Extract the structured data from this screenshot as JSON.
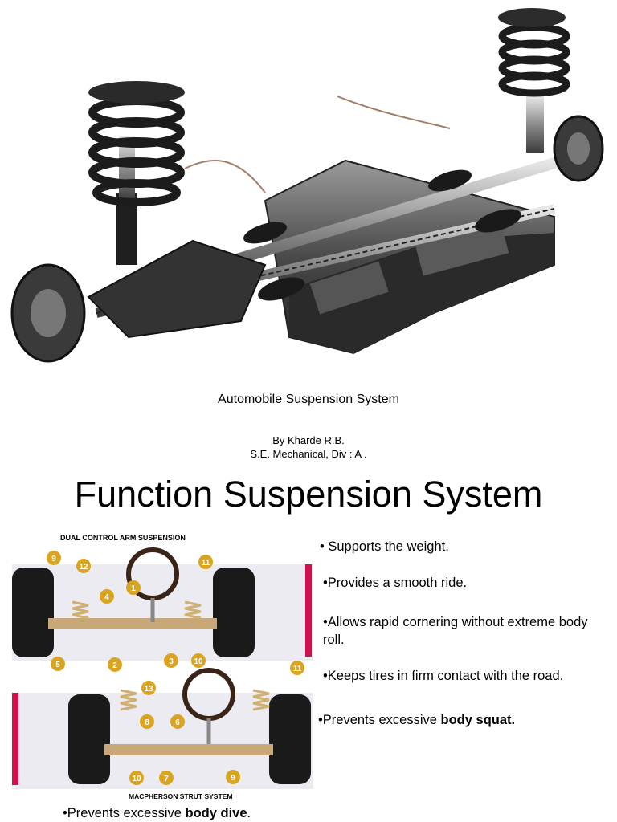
{
  "hero": {
    "alt": "front-wheel-drive suspension assembly"
  },
  "subtitle": "Automobile Suspension System",
  "author": {
    "line1": "By Kharde R.B.",
    "line2": "S.E. Mechanical, Div : A ."
  },
  "title": "Function Suspension System",
  "diagram": {
    "top_label": "DUAL CONTROL ARM SUSPENSION",
    "bottom_label": "MACPHERSON STRUT SYSTEM",
    "callouts_top": [
      "9",
      "12",
      "4",
      "1",
      "11",
      "5",
      "2",
      "3",
      "10"
    ],
    "callouts_bottom": [
      "13",
      "11",
      "8",
      "6",
      "10",
      "7",
      "9"
    ],
    "accent_color": "#d2104b",
    "callout_color": "#d9a520"
  },
  "bullets": {
    "b1": "Supports the weight.",
    "b2": "Provides a smooth ride.",
    "b3": "Allows rapid cornering without extreme body roll.",
    "b4": "Keeps tires in firm contact with the road.",
    "b5_prefix": "Prevents excessive ",
    "b5_bold": "body squat.",
    "b6_prefix": "Prevents excessive ",
    "b6_bold": "body dive",
    "b6_suffix": "."
  }
}
